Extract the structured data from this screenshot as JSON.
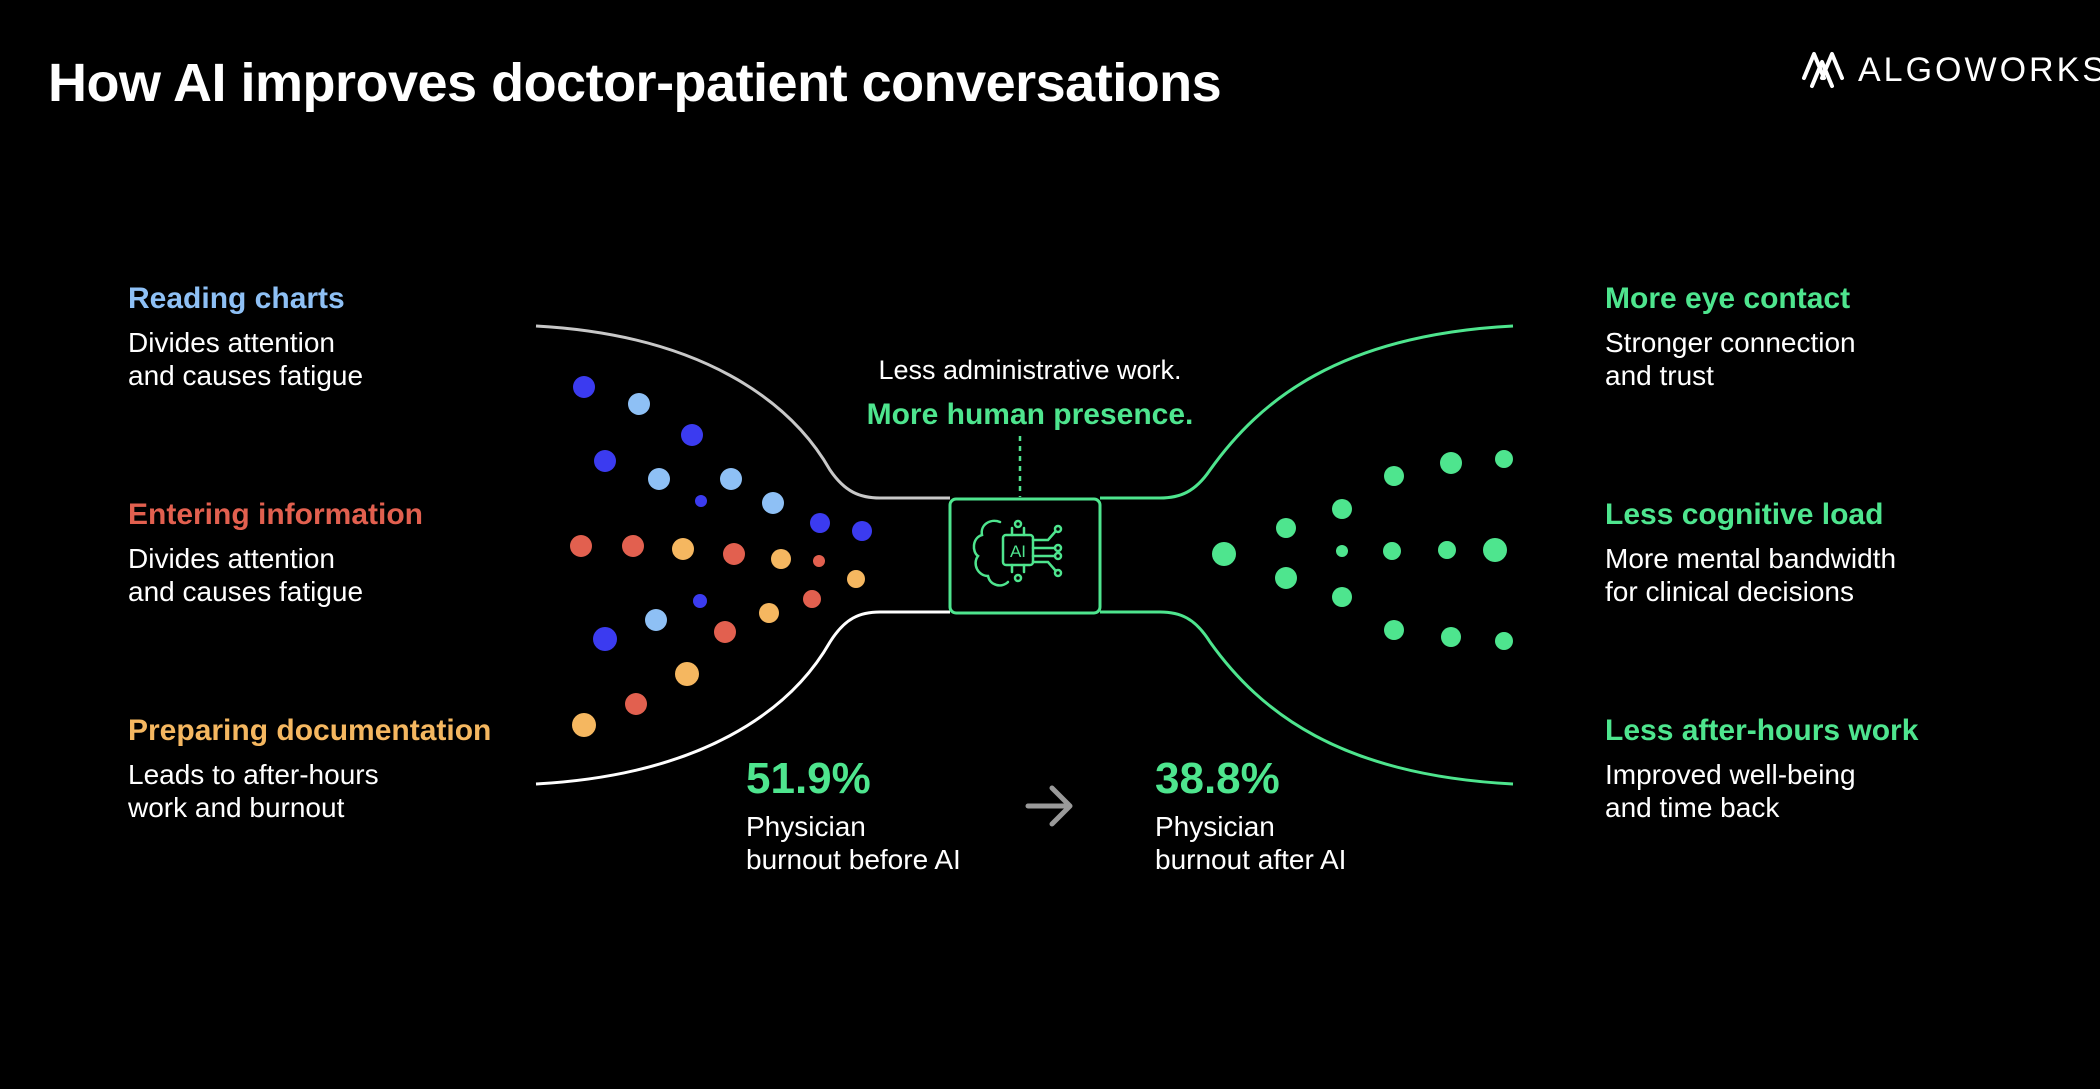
{
  "title": "How AI improves doctor-patient conversations",
  "brand": {
    "name": "ALGOWORKS",
    "icon": "algoworks-logo"
  },
  "colors": {
    "blue_light": "#8ec0f5",
    "blue_dark": "#3b3bf0",
    "red": "#e2604f",
    "orange": "#f5b760",
    "green": "#4ee58e",
    "gray_line": "#c8c8c8",
    "background": "#000000"
  },
  "left_items": [
    {
      "title": "Reading charts",
      "desc_line1": "Divides attention",
      "desc_line2": "and causes fatigue",
      "color": "#8ec0f5"
    },
    {
      "title": "Entering information",
      "desc_line1": "Divides attention",
      "desc_line2": "and causes fatigue",
      "color": "#e2604f"
    },
    {
      "title": "Preparing documentation",
      "desc_line1": "Leads to after-hours",
      "desc_line2": "work and burnout",
      "color": "#f5b760"
    }
  ],
  "right_items": [
    {
      "title": "More eye contact",
      "desc_line1": "Stronger connection",
      "desc_line2": "and trust",
      "color": "#4ee58e"
    },
    {
      "title": "Less cognitive load",
      "desc_line1": "More mental bandwidth",
      "desc_line2": "for clinical decisions",
      "color": "#4ee58e"
    },
    {
      "title": "Less after-hours work",
      "desc_line1": "Improved well-being",
      "desc_line2": "and time back",
      "color": "#4ee58e"
    }
  ],
  "center": {
    "line1": "Less administrative work.",
    "line2": "More human presence.",
    "chip_label": "AI",
    "chip_icon": "ai-brain-chip-icon"
  },
  "stats": {
    "before": {
      "value": "51.9%",
      "label_line1": "Physician",
      "label_line2": "burnout before AI"
    },
    "after": {
      "value": "38.8%",
      "label_line1": "Physician",
      "label_line2": "burnout after AI"
    },
    "arrow_icon": "arrow-right-icon"
  }
}
